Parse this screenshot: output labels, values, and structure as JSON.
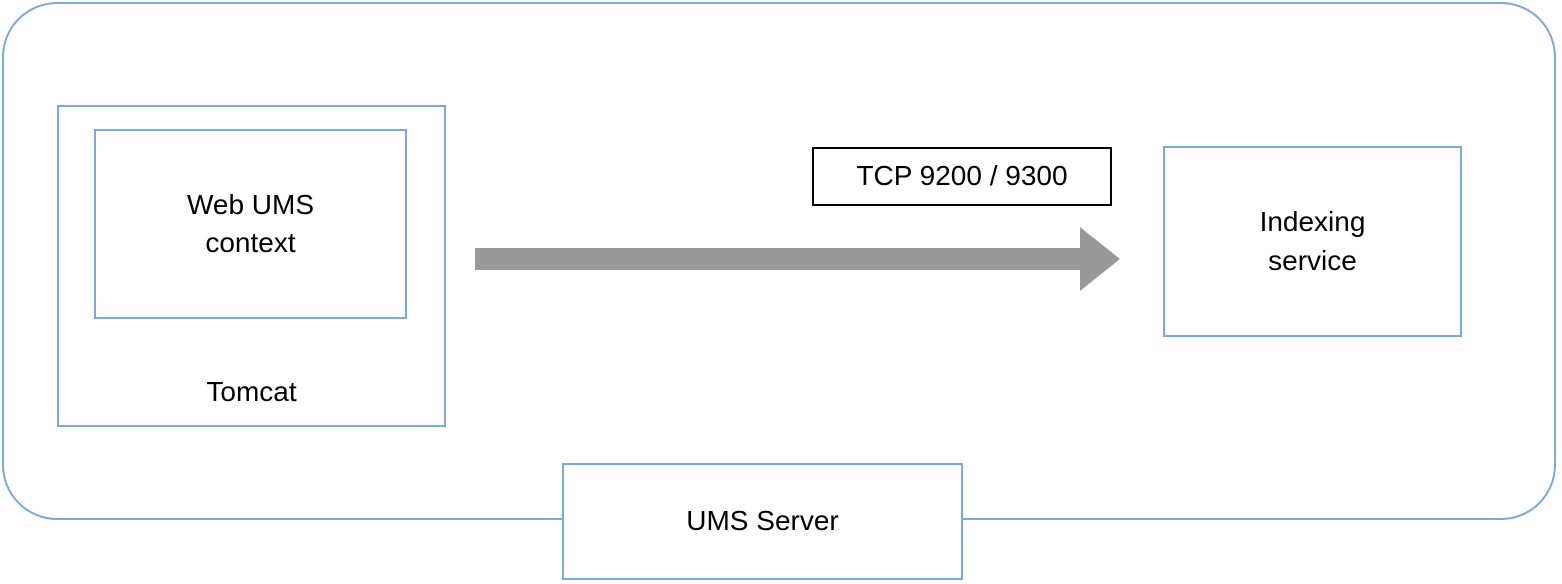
{
  "colors": {
    "node-border-blue": "#7EA6E0",
    "arrow-gray": "#999999",
    "label-border-black": "#000000",
    "text-black": "#000000",
    "background": "#FFFFFF"
  },
  "nodes": {
    "web_ums_context": {
      "label": "Web UMS\ncontext"
    },
    "tomcat": {
      "label": "Tomcat"
    },
    "indexing_service": {
      "label": "Indexing\nservice"
    },
    "ums_server": {
      "label": "UMS Server"
    }
  },
  "connections": [
    {
      "from": "Web UMS context (Tomcat)",
      "to": "Indexing service",
      "label": "TCP 9200 / 9300",
      "direction": "right"
    }
  ]
}
